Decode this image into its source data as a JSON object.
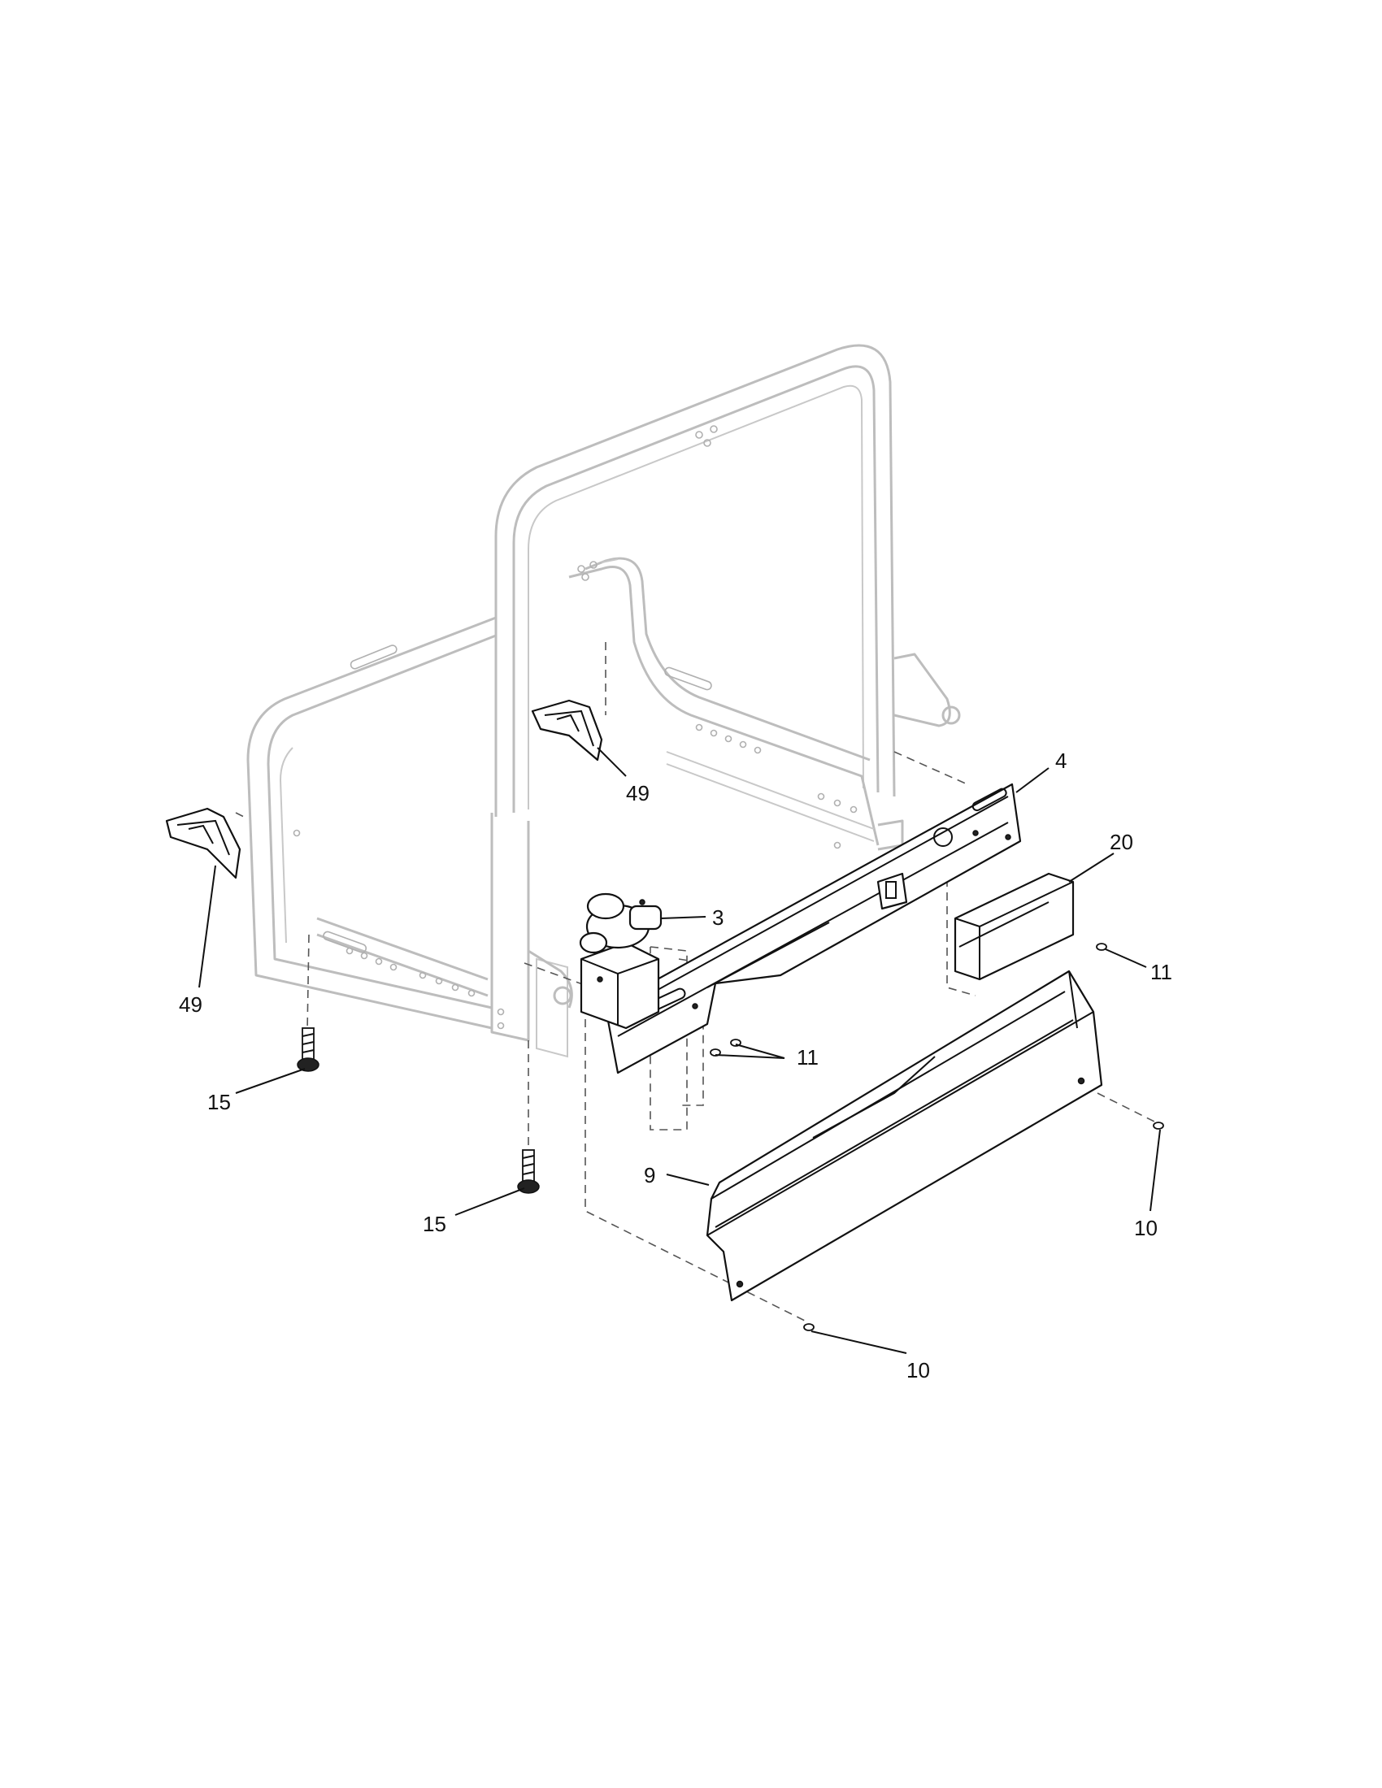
{
  "callouts": {
    "c4": "4",
    "c20": "20",
    "c3": "3",
    "c49a": "49",
    "c49b": "49",
    "c11a": "11",
    "c11b": "11",
    "c15a": "15",
    "c15b": "15",
    "c9": "9",
    "c10a": "10",
    "c10b": "10"
  }
}
